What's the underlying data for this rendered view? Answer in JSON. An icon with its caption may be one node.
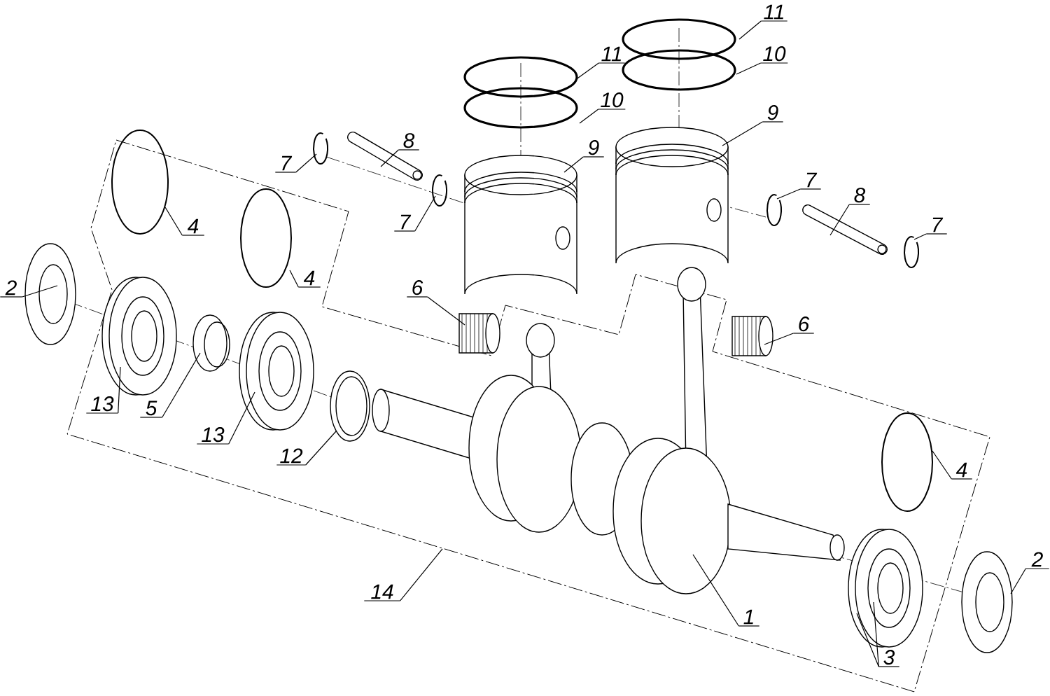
{
  "diagram": {
    "nodes": [
      {
        "text": [
          "11"
        ]
      },
      {
        "text": [
          "10"
        ]
      },
      {
        "text": [
          "11"
        ]
      },
      {
        "text": [
          "10"
        ]
      },
      {
        "text": [
          "9"
        ]
      },
      {
        "text": [
          "8"
        ]
      },
      {
        "text": [
          "9"
        ]
      },
      {
        "text": [
          "7"
        ]
      },
      {
        "text": [
          "7"
        ]
      },
      {
        "text": [
          "8"
        ]
      },
      {
        "text": [
          "7"
        ]
      },
      {
        "text": [
          "7"
        ]
      },
      {
        "text": [
          "4"
        ]
      },
      {
        "text": [
          "4"
        ]
      },
      {
        "text": [
          "2"
        ]
      },
      {
        "text": [
          "6"
        ]
      },
      {
        "text": [
          "6"
        ]
      },
      {
        "text": [
          "13"
        ]
      },
      {
        "text": [
          "5"
        ]
      },
      {
        "text": [
          "13"
        ]
      },
      {
        "text": [
          "12"
        ]
      },
      {
        "text": [
          "4"
        ]
      },
      {
        "text": [
          "2"
        ]
      },
      {
        "text": [
          "14"
        ]
      },
      {
        "text": [
          "1"
        ]
      },
      {
        "text": [
          "3"
        ]
      }
    ],
    "edges": [
      {
        "from": 0,
        "to": null,
        "arrow": "none"
      },
      {
        "from": 1,
        "to": null,
        "arrow": "none"
      },
      {
        "from": 2,
        "to": null,
        "arrow": "none"
      },
      {
        "from": 3,
        "to": null,
        "arrow": "none"
      },
      {
        "from": 4,
        "to": null,
        "arrow": "none"
      },
      {
        "from": 5,
        "to": null,
        "arrow": "none"
      },
      {
        "from": 6,
        "to": null,
        "arrow": "none"
      },
      {
        "from": 7,
        "to": null,
        "arrow": "none"
      },
      {
        "from": 8,
        "to": null,
        "arrow": "none"
      },
      {
        "from": 9,
        "to": null,
        "arrow": "none"
      },
      {
        "from": 10,
        "to": null,
        "arrow": "none"
      },
      {
        "from": 11,
        "to": null,
        "arrow": "none"
      },
      {
        "from": 12,
        "to": null,
        "arrow": "none"
      },
      {
        "from": 13,
        "to": null,
        "arrow": "none"
      },
      {
        "from": 14,
        "to": null,
        "arrow": "none"
      },
      {
        "from": 15,
        "to": null,
        "arrow": "none"
      },
      {
        "from": 16,
        "to": null,
        "arrow": "none"
      },
      {
        "from": 17,
        "to": null,
        "arrow": "none"
      },
      {
        "from": 18,
        "to": null,
        "arrow": "none"
      },
      {
        "from": 19,
        "to": null,
        "arrow": "none"
      },
      {
        "from": 20,
        "to": null,
        "arrow": "none"
      },
      {
        "from": 21,
        "to": null,
        "arrow": "none"
      },
      {
        "from": 22,
        "to": null,
        "arrow": "none"
      },
      {
        "from": 23,
        "to": null,
        "arrow": "none"
      },
      {
        "from": 24,
        "to": null,
        "arrow": "none"
      },
      {
        "from": 25,
        "to": null,
        "arrow": "none"
      },
      {
        "from": 25,
        "to": null,
        "arrow": "none"
      }
    ]
  }
}
